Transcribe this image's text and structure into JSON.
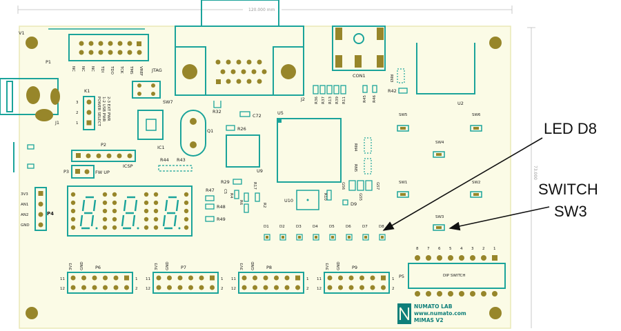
{
  "dimension": {
    "width": "120.000 mm",
    "height": "73.000"
  },
  "connectors": {
    "v1": "V1",
    "p1": "P1",
    "jtag": "JTAG",
    "jtag_pins": [
      "VREF",
      "TMS",
      "TCK",
      "TDO",
      "TDI",
      "NC",
      "NC",
      "NC"
    ],
    "j1": "J1",
    "j2": "J2",
    "k1": "K1",
    "k1_text": [
      "POWER SELECT",
      "1-2 USB PWR",
      "2-3 EXT PWR"
    ],
    "k1_pins": [
      "3",
      "2",
      "1"
    ],
    "sw7": "SW7",
    "p2": "P2",
    "icsp": "ICSP",
    "p3": "P3",
    "fw_up": "FW UP",
    "con1": "CON1",
    "p4": "P4",
    "p4_pins": [
      "3V3",
      "AN1",
      "AN2",
      "GND"
    ],
    "p5": "P5",
    "headers": [
      {
        "name": "P6",
        "left_top": "11",
        "left_bottom": "12",
        "right_top": "1",
        "right_bottom": "2",
        "v": "3V3",
        "g": "GND"
      },
      {
        "name": "P7",
        "left_top": "11",
        "left_bottom": "12",
        "right_top": "1",
        "right_bottom": "2",
        "v": "3V3",
        "g": "GND"
      },
      {
        "name": "P8",
        "left_top": "11",
        "left_bottom": "12",
        "right_top": "1",
        "right_bottom": "2",
        "v": "3V3",
        "g": "GND"
      },
      {
        "name": "P9",
        "left_top": "11",
        "left_bottom": "12",
        "right_top": "1",
        "right_bottom": "2",
        "v": "3V3",
        "g": "GND"
      }
    ]
  },
  "components": {
    "ic1": "IC1",
    "q1": "Q1",
    "u5": "U5",
    "u2": "U2",
    "u9": "U9",
    "u10": "U10",
    "r32": "R32",
    "c72": "C72",
    "r26": "R26",
    "r44": "R44",
    "r43": "R43",
    "r29": "R29",
    "r47": "R47",
    "r48": "R48",
    "r49": "R49",
    "c5": "C5",
    "r4": "R4",
    "r6": "R6",
    "r17": "R17",
    "r2": "R2",
    "r10": "R10",
    "rn3": "RN3",
    "r42": "R42",
    "r45": "R45",
    "r46": "R46",
    "r36_r11": [
      "R36",
      "R37",
      "R13",
      "R39",
      "R11"
    ],
    "rn4": "RN4",
    "rn5": "RN5",
    "gs": [
      "GS6",
      "GS5",
      "GS7"
    ],
    "d9": "D9"
  },
  "switches": [
    "SW5",
    "SW6",
    "SW4",
    "SW1",
    "SW2",
    "SW3"
  ],
  "leds": [
    "D1",
    "D2",
    "D3",
    "D4",
    "D5",
    "D6",
    "D7",
    "D8"
  ],
  "dip": {
    "label": "DIP SWITCH",
    "numbers": [
      "8",
      "7",
      "6",
      "5",
      "4",
      "3",
      "2",
      "1"
    ]
  },
  "brand": {
    "line1": "NUMATO LAB",
    "line2": "www.numato.com",
    "line3": "MIMAS V2"
  },
  "annotations": {
    "led": "LED D8",
    "switch_l1": "SWITCH",
    "switch_l2": "SW3"
  },
  "colors": {
    "board": "#fbfbe6",
    "outline": "#e9e8b6",
    "copper": "#1aa39a",
    "pad": "#97862a",
    "arrow": "#111111"
  }
}
